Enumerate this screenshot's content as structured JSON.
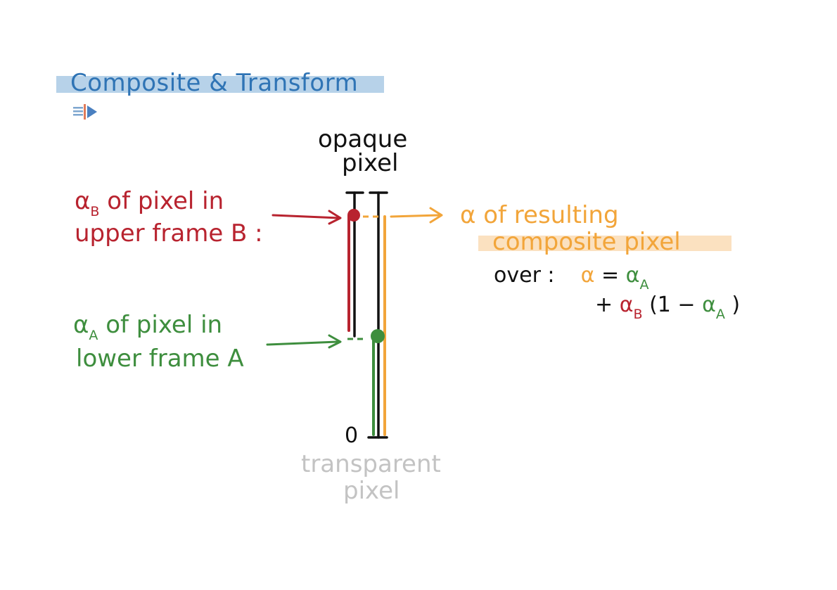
{
  "title": "Composite & Transform",
  "icons": {
    "slide_icon": "presentation-play-icon"
  },
  "top_label": [
    "opaque",
    "pixel"
  ],
  "bottom_label": [
    "transparent",
    "pixel"
  ],
  "zero_label": "0",
  "alpha_b_label": {
    "symbol": "α",
    "sub": "B",
    "line1_rest": " of pixel in",
    "line2": "upper frame B :"
  },
  "alpha_a_label": {
    "symbol": "α",
    "sub": "A",
    "line1_rest": " of pixel in",
    "line2": "lower frame A"
  },
  "result_label": {
    "line1": "α  of resulting",
    "line2": "composite pixel"
  },
  "formula": {
    "op": "over :",
    "lhs": "α",
    "eq": "=",
    "a1": "α",
    "a1_sub": "A",
    "plus": "+",
    "b": "α",
    "b_sub": "B",
    "open": "(1 −",
    "a2": "α",
    "a2_sub": "A",
    "close": ")"
  },
  "colors": {
    "title": "#2f74b5",
    "title_highlight": "#b7d2e9",
    "frame_b": "#b8232f",
    "frame_a": "#3e8e3e",
    "result": "#f2a53a",
    "result_highlight": "#fbe1c0",
    "ink": "#111111",
    "muted": "#c3c3c3"
  }
}
